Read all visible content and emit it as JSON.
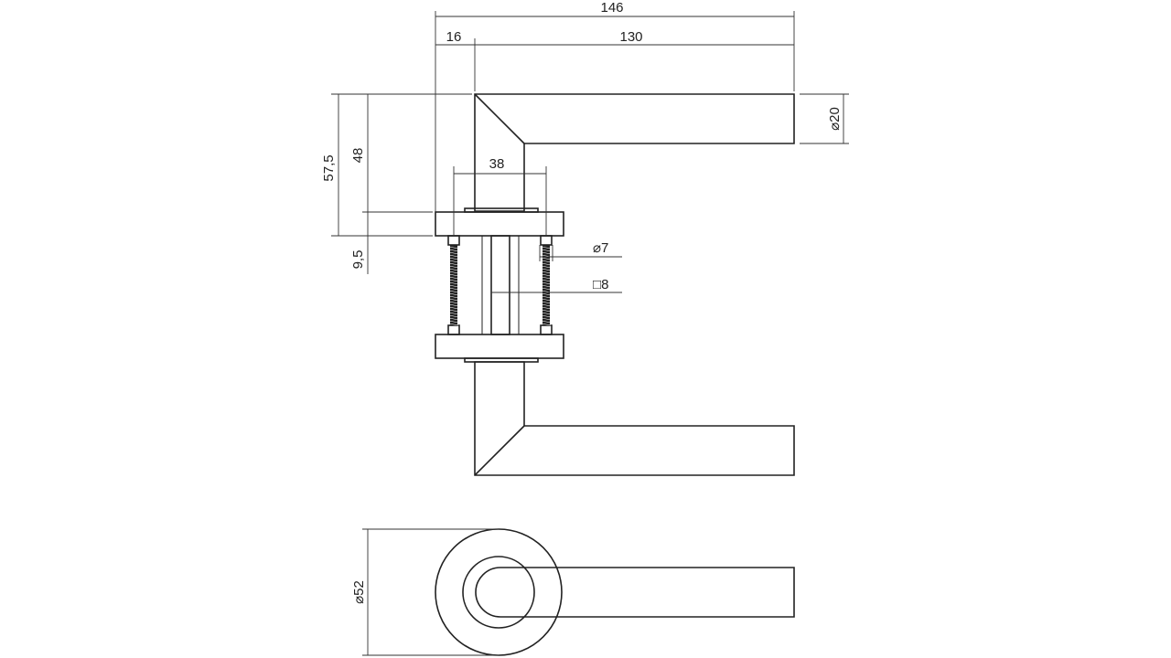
{
  "colors": {
    "line": "#222222",
    "background": "#ffffff"
  },
  "dimensions": {
    "overall_length": "146",
    "rose_offset": "16",
    "lever_length": "130",
    "lever_diameter": "20",
    "upper_height": "57,5",
    "lever_height": "48",
    "rose_thickness": "9,5",
    "screw_spacing": "38",
    "screw_diameter": "7",
    "spindle_square": "8",
    "rose_diameter": "52"
  },
  "symbols": {
    "diameter": "⌀",
    "square": "□"
  }
}
